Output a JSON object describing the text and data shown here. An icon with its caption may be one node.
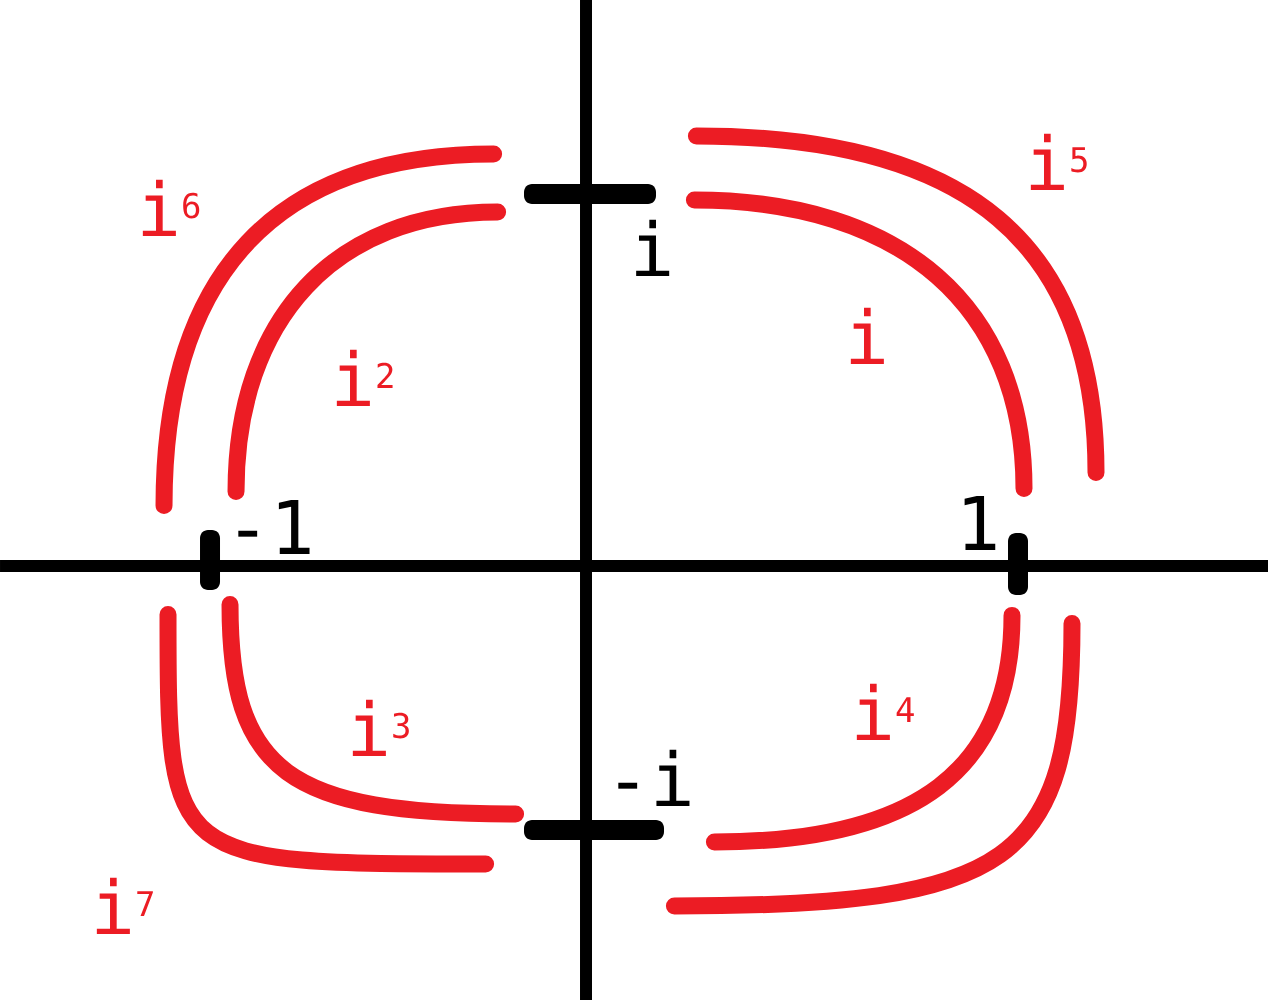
{
  "diagram": {
    "nodes": [
      {
        "text": [
          "i"
        ]
      },
      {
        "text": [
          "-1"
        ]
      },
      {
        "text": [
          "1"
        ]
      },
      {
        "text": [
          "-i"
        ]
      }
    ],
    "edges": [
      {
        "from": 2,
        "to": 0,
        "arrow": "none",
        "label": "i"
      },
      {
        "from": 0,
        "to": 1,
        "arrow": "none",
        "label": "i$^{2}$"
      },
      {
        "from": 1,
        "to": 3,
        "arrow": "none",
        "label": "i$^{3}$"
      },
      {
        "from": 3,
        "to": 2,
        "arrow": "none",
        "label": "i$^{4}$"
      },
      {
        "from": 2,
        "to": 0,
        "arrow": "none",
        "label": "i$^{5}$"
      },
      {
        "from": 0,
        "to": 1,
        "arrow": "none",
        "label": "i$^{6}$"
      },
      {
        "from": 1,
        "to": 3,
        "arrow": "none",
        "label": "i$^{7}$"
      },
      {
        "from": 3,
        "to": 2,
        "arrow": "none"
      }
    ]
  }
}
